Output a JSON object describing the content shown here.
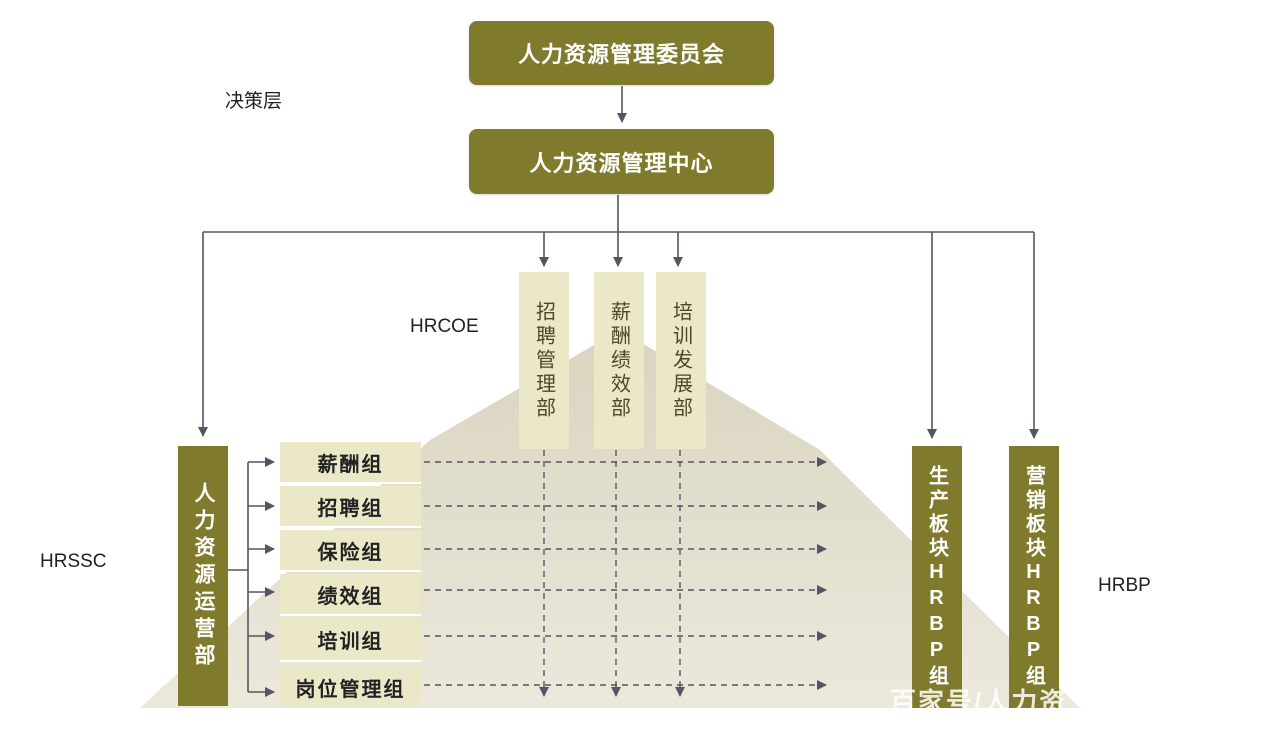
{
  "layers": {
    "decision": "决策层",
    "coe": "HRCOE",
    "ssc": "HRSSC",
    "bp": "HRBP"
  },
  "top": {
    "committee": "人力资源管理委员会",
    "center": "人力资源管理中心"
  },
  "coe_departments": [
    "招聘管理部",
    "薪酬绩效部",
    "培训发展部"
  ],
  "ssc": {
    "department": "人力资源运营部",
    "groups": [
      "薪酬组",
      "招聘组",
      "保险组",
      "绩效组",
      "培训组",
      "岗位管理组"
    ]
  },
  "bp_groups": [
    "生产板块HRBP组",
    "营销板块HRBP组"
  ],
  "watermark": "百家号/人力资",
  "colors": {
    "dark_box": "#7f7a2c",
    "light_box": "#ebe8c8",
    "mountain": "#e4e0cf",
    "arrow": "#555566"
  }
}
